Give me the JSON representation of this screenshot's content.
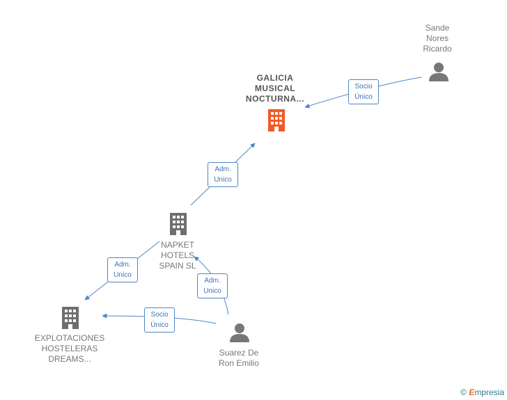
{
  "colors": {
    "edge": "#4a86c8",
    "person_icon": "#777777",
    "building_icon": "#6e6e6e",
    "main_building_icon": "#f05a28"
  },
  "nodes": {
    "galicia": {
      "line1": "GALICIA",
      "line2": "MUSICAL",
      "line3": "NOCTURNA..."
    },
    "sande": {
      "line1": "Sande",
      "line2": "Nores",
      "line3": "Ricardo"
    },
    "napket": {
      "line1": "NAPKET",
      "line2": "HOTELS",
      "line3": "SPAIN SL"
    },
    "explotaciones": {
      "line1": "EXPLOTACIONES",
      "line2": "HOSTELERAS",
      "line3": "DREAMS..."
    },
    "suarez": {
      "line1": "Suarez De",
      "line2": "Ron Emilio"
    }
  },
  "edges": {
    "sande_galicia": {
      "line1": "Socio",
      "line2": "Único"
    },
    "napket_galicia": {
      "line1": "Adm.",
      "line2": "Unico"
    },
    "napket_explotaciones": {
      "line1": "Adm.",
      "line2": "Unico"
    },
    "suarez_napket": {
      "line1": "Adm.",
      "line2": "Unico"
    },
    "suarez_explotaciones": {
      "line1": "Socio",
      "line2": "Único"
    }
  },
  "footer": {
    "copyright": "©",
    "brand_first": "E",
    "brand_rest": "mpresia"
  }
}
